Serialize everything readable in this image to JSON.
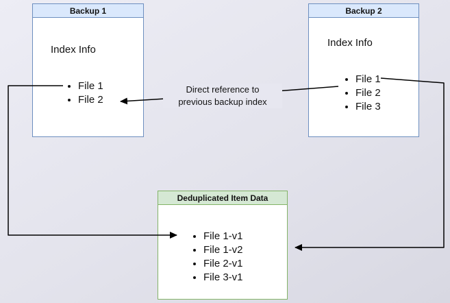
{
  "diagram": {
    "backup1": {
      "title": "Backup 1",
      "index_label": "Index Info",
      "files": [
        "File 1",
        "File 2"
      ]
    },
    "backup2": {
      "title": "Backup 2",
      "index_label": "Index Info",
      "files": [
        "File 1",
        "File 2",
        "File 3"
      ]
    },
    "dedup": {
      "title": "Deduplicated Item Data",
      "files": [
        "File 1-v1",
        "File 1-v2",
        "File 2-v1",
        "File 3-v1"
      ]
    },
    "annotation_line1": "Direct reference to",
    "annotation_line2": "previous backup index",
    "colors": {
      "backup_header_fill": "#dae8fc",
      "backup_border": "#6c8ebf",
      "dedup_header_fill": "#d5e8d4",
      "dedup_border": "#82b366",
      "arrow": "#000000"
    }
  }
}
